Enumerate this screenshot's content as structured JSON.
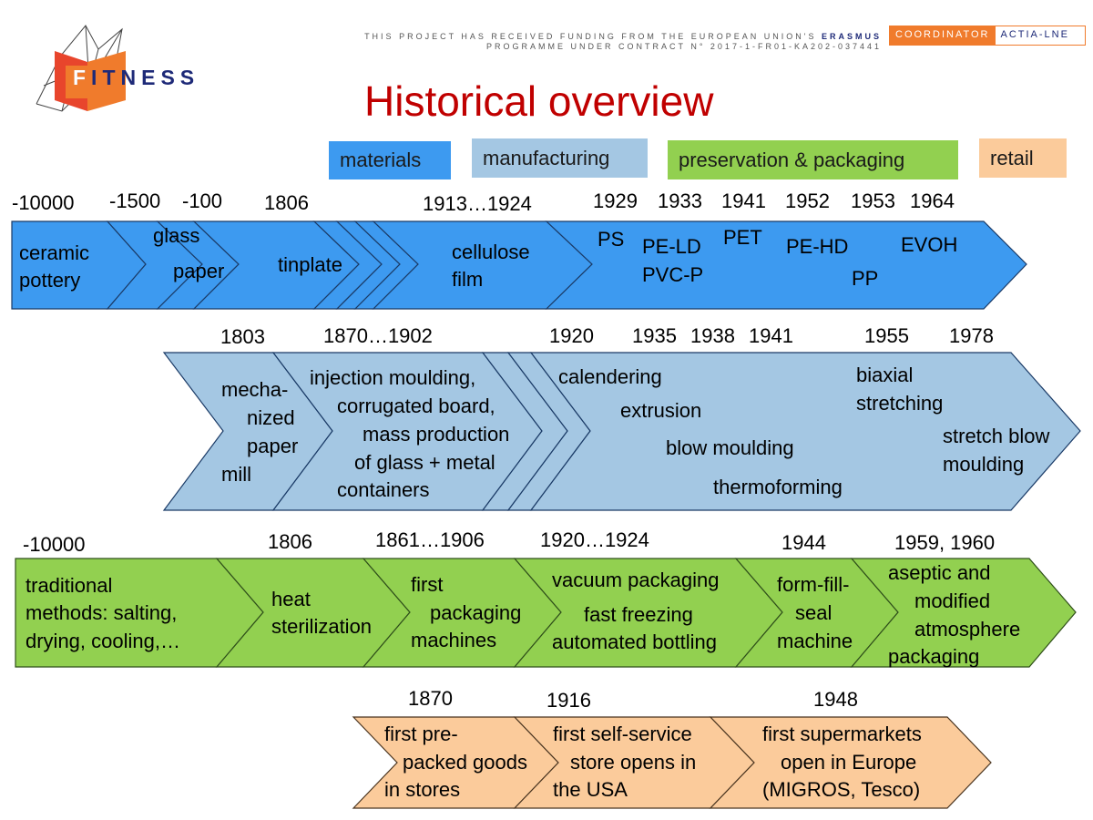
{
  "header": {
    "logo_text": "FITNESS",
    "funding_line1_prefix": "THIS PROJECT HAS RECEIVED FUNDING FROM THE EUROPEAN UNION'S ",
    "funding_line1_bold": "ERASMUS",
    "funding_line2": "PROGRAMME UNDER CONTRACT N° 2017-1-FR01-KA202-037441",
    "coordinator_label": "COORDINATOR",
    "coordinator_name": "ACTIA-LNE"
  },
  "title": "Historical overview",
  "colors": {
    "materials": "#3d9af0",
    "manufacturing": "#a4c7e3",
    "preservation": "#92d050",
    "retail": "#fbcb9b",
    "title": "#c00000"
  },
  "legend": {
    "materials": "materials",
    "manufacturing": "manufacturing",
    "preservation": "preservation & packaging",
    "retail": "retail"
  },
  "materials": {
    "years": [
      "-10000",
      "-1500",
      "-100",
      "1806",
      "1913…1924",
      "1929",
      "1933",
      "1941",
      "1952",
      "1953",
      "1964"
    ],
    "items": [
      "ceramic",
      "pottery",
      "glass",
      "paper",
      "tinplate",
      "cellulose",
      "film",
      "PS",
      "PE-LD",
      "PVC-P",
      "PET",
      "PE-HD",
      "PP",
      "EVOH"
    ]
  },
  "manufacturing": {
    "years": [
      "1803",
      "1870…1902",
      "1920",
      "1935",
      "1938",
      "1941",
      "1955",
      "1978"
    ],
    "items": [
      "mecha-",
      "nized",
      "paper",
      "mill",
      "injection moulding,",
      "corrugated board,",
      "mass production",
      "of glass + metal",
      "containers",
      "calendering",
      "extrusion",
      "blow moulding",
      "thermoforming",
      "biaxial",
      "stretching",
      "stretch blow",
      "moulding"
    ]
  },
  "preservation": {
    "years": [
      "-10000",
      "1806",
      "1861…1906",
      "1920…1924",
      "1944",
      "1959, 1960"
    ],
    "items": [
      "traditional",
      "methods: salting,",
      "drying, cooling,…",
      "heat",
      "sterilization",
      "first",
      "packaging",
      "machines",
      "vacuum packaging",
      "fast freezing",
      "automated bottling",
      "form-fill-",
      "seal",
      "machine",
      "aseptic and",
      "modified",
      "atmosphere",
      "packaging"
    ]
  },
  "retail": {
    "years": [
      "1870",
      "1916",
      "1948"
    ],
    "items": [
      "first pre-",
      "packed goods",
      "in stores",
      "first self-service",
      "store opens in",
      "the USA",
      "first supermarkets",
      "open in Europe",
      "(MIGROS, Tesco)"
    ]
  }
}
